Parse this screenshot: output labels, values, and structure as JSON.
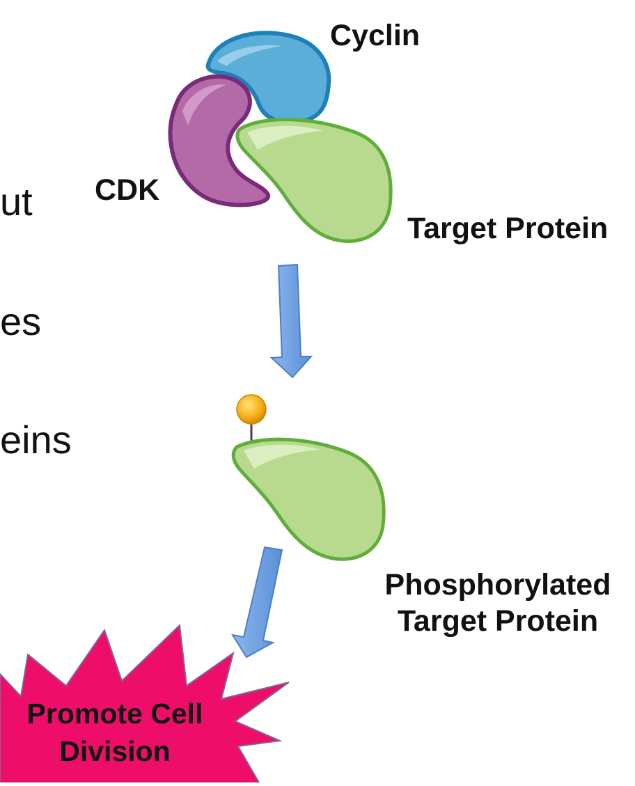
{
  "labels": {
    "cyclin": "Cyclin",
    "cdk": "CDK",
    "target_protein": "Target Protein",
    "phosphorylated_line1": "Phosphorylated",
    "phosphorylated_line2": "Target Protein",
    "promote_line1": "Promote Cell",
    "promote_line2": "Division"
  },
  "cropped_text": [
    "ut",
    "es",
    "eins"
  ],
  "colors": {
    "cyclin": "#5aaed8",
    "cyclin_edge": "#1f7fb8",
    "cdk": "#b56aa8",
    "cdk_edge": "#7a2a7a",
    "target": "#b7da8f",
    "target_edge": "#5fae3a",
    "arrow": "#6fa0e0",
    "arrow_edge": "#4a7fc9",
    "phosphate": "#f6b51e",
    "burst": "#ee0e6a"
  }
}
